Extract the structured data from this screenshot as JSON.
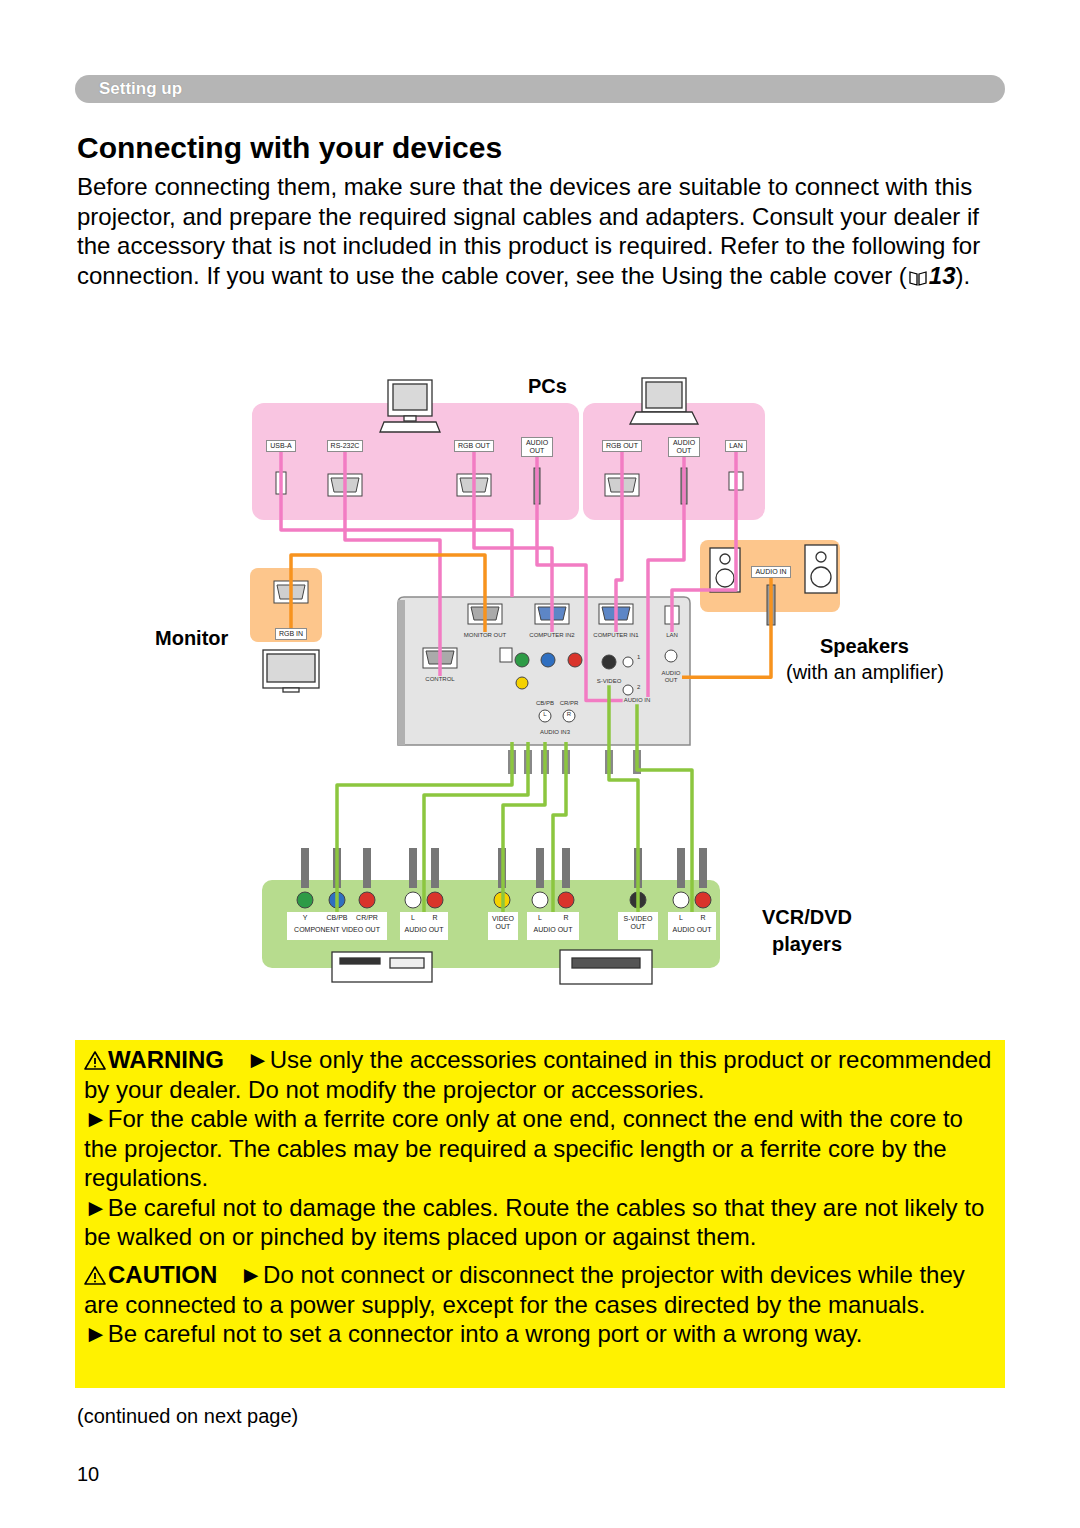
{
  "diagram": {
    "title": "Connecting with your devices",
    "nodes": [
      {
        "text": [
          "Setting up"
        ]
      },
      {
        "text": [
          "PCs"
        ]
      },
      {
        "text": [
          "USB-A"
        ],
        "in": 1
      },
      {
        "text": [
          "RS-232C"
        ],
        "in": 1
      },
      {
        "text": [
          "RGB OUT"
        ],
        "in": 1
      },
      {
        "text": [
          "AUDIO OUT"
        ],
        "in": 1
      },
      {
        "text": [
          "RGB OUT"
        ],
        "in": 1
      },
      {
        "text": [
          "AUDIO OUT"
        ],
        "in": 1
      },
      {
        "text": [
          "LAN"
        ],
        "in": 1
      },
      {
        "text": [
          "Speakers",
          "(with an amplifier)"
        ]
      },
      {
        "text": [
          "AUDIO IN"
        ],
        "in": 9
      },
      {
        "text": [
          "Monitor"
        ]
      },
      {
        "text": [
          "RGB IN"
        ],
        "in": 11
      },
      {
        "text": [
          "1",
          "2"
        ]
      },
      {
        "text": [
          "MONITOR OUT"
        ],
        "in": 13
      },
      {
        "text": [
          "COMPUTER IN2"
        ],
        "in": 13
      },
      {
        "text": [
          "COMPUTER IN1"
        ],
        "in": 13
      },
      {
        "text": [
          "LAN"
        ],
        "in": 13
      },
      {
        "text": [
          "CONTROL"
        ],
        "in": 13
      },
      {
        "text": [
          "S-VIDEO"
        ],
        "in": 13
      },
      {
        "text": [
          "AUDIO OUT"
        ],
        "in": 13
      },
      {
        "text": [
          "AUDIO IN"
        ],
        "in": 13
      },
      {
        "text": [
          "CB/PB",
          "CR/PR",
          "L",
          "R",
          "AUDIO IN3"
        ],
        "in": 13
      },
      {
        "text": [
          "VCR/DVD players"
        ]
      },
      {
        "text": [
          "Y",
          "CB/PB",
          "CR/PR",
          "COMPONENT VIDEO OUT"
        ],
        "in": 23
      },
      {
        "text": [
          "L",
          "R",
          "AUDIO OUT"
        ],
        "in": 23
      },
      {
        "text": [
          "VIDEO OUT"
        ],
        "in": 23
      },
      {
        "text": [
          "L",
          "R",
          "AUDIO OUT"
        ],
        "in": 23
      },
      {
        "text": [
          "S-VIDEO OUT"
        ],
        "in": 23
      },
      {
        "text": [
          "L",
          "R",
          "AUDIO OUT"
        ],
        "in": 23
      },
      {
        "text": [
          "WARNING",
          "►Use only the accessories contained in this product or recommended by your dealer. Do not modify the projector or accessories.",
          "►For the cable with a ferrite core only at one end, connect the end with the core to the projector. The cables may be required a specific length or a ferrite core by the regulations.",
          "►Be careful not to damage the cables. Route the cables so that they are not likely to be walked on or pinched by items placed upon or against them.",
          "CAUTION",
          "►Do not connect or disconnect the projector with devices while they are connected to a power supply, except for the cases directed by the manuals.",
          "►Be careful not to set a connector into a wrong port or with a wrong way."
        ]
      }
    ],
    "edges": [
      {
        "from": 2,
        "to": 13,
        "arrow": "none"
      },
      {
        "from": 3,
        "to": 18,
        "arrow": "none"
      },
      {
        "from": 4,
        "to": 15,
        "arrow": "none"
      },
      {
        "from": 5,
        "to": 21,
        "arrow": "none"
      },
      {
        "from": 6,
        "to": 16,
        "arrow": "none"
      },
      {
        "from": 7,
        "to": 21,
        "arrow": "none"
      },
      {
        "from": 8,
        "to": 17,
        "arrow": "none"
      },
      {
        "from": 14,
        "to": 12,
        "arrow": "none"
      },
      {
        "from": 20,
        "to": 10,
        "arrow": "none"
      },
      {
        "from": 24,
        "to": 22,
        "arrow": "none"
      },
      {
        "from": 25,
        "to": 22,
        "arrow": "none"
      },
      {
        "from": 26,
        "to": 22,
        "arrow": "none"
      },
      {
        "from": 27,
        "to": 22,
        "arrow": "none"
      },
      {
        "from": 28,
        "to": 19,
        "arrow": "none"
      },
      {
        "from": 29,
        "to": 21,
        "arrow": "none"
      }
    ],
    "labels": [
      "Before connecting them, make sure that the devices are suitable to connect with this projector, and prepare the required signal cables and adapters. Consult your dealer if the accessory that is not included in this product is required. Refer to the following for connection. If you want to use the cable cover, see the Using the cable cover (",
      "13",
      ").",
      "(continued on next page)",
      "10"
    ]
  }
}
